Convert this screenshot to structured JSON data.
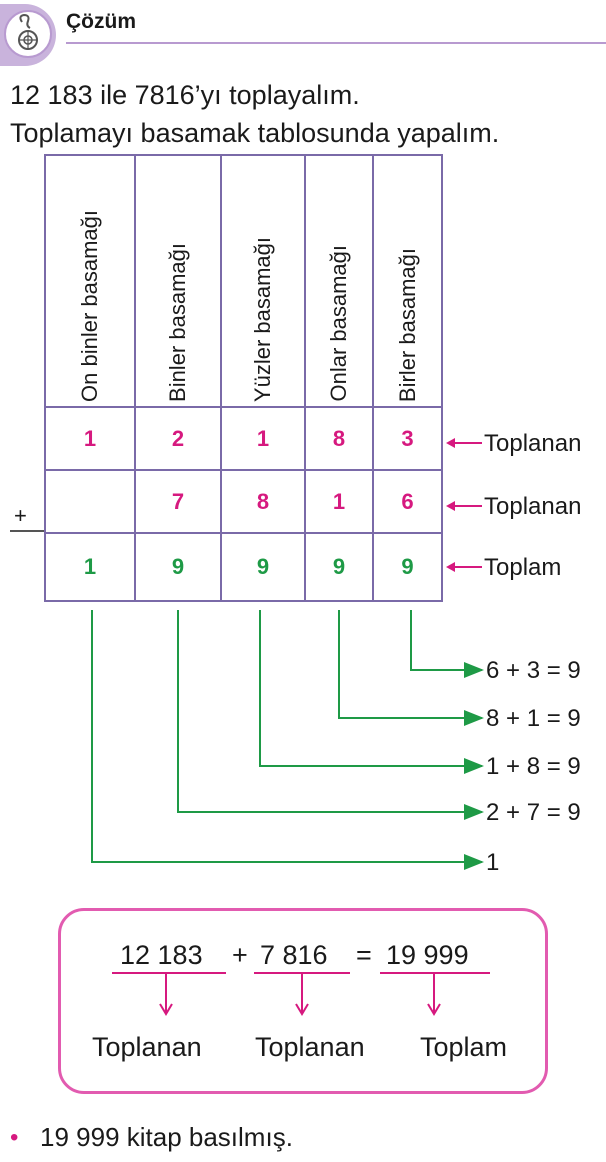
{
  "header": {
    "title": "Çözüm",
    "icon": "life-buoy-icon"
  },
  "intro": {
    "line1": "12 183 ile 7816’yı toplayalım.",
    "line2": "Toplamayı basamak tablosunda yapalım."
  },
  "table": {
    "columns": [
      "On binler basamağı",
      "Binler basamağı",
      "Yüzler basamağı",
      "Onlar basamağı",
      "Birler basamağı"
    ],
    "rows": [
      {
        "cells": [
          "1",
          "2",
          "1",
          "8",
          "3"
        ],
        "label": "Toplanan",
        "color": "#d6197f"
      },
      {
        "cells": [
          "",
          "7",
          "8",
          "1",
          "6"
        ],
        "label": "Toplanan",
        "color": "#d6197f"
      },
      {
        "cells": [
          "1",
          "9",
          "9",
          "9",
          "9"
        ],
        "label": "Toplam",
        "color": "#1e9a46"
      }
    ],
    "plus_sign": "+"
  },
  "steps": [
    "6 + 3 = 9",
    "8 + 1 = 9",
    "1 + 8 = 9",
    "2 + 7 = 9",
    "1"
  ],
  "equation": {
    "addend1": "12 183",
    "plus": "+",
    "addend2": "7 816",
    "equals": "=",
    "sum": "19 999",
    "label1": "Toplanan",
    "label2": "Toplanan",
    "label3": "Toplam"
  },
  "bullet": "19 999 kitap basılmış.",
  "colors": {
    "pink": "#d6197f",
    "green": "#1e9a46",
    "purple": "#b89ad0",
    "table_border": "#7a6aa8"
  }
}
